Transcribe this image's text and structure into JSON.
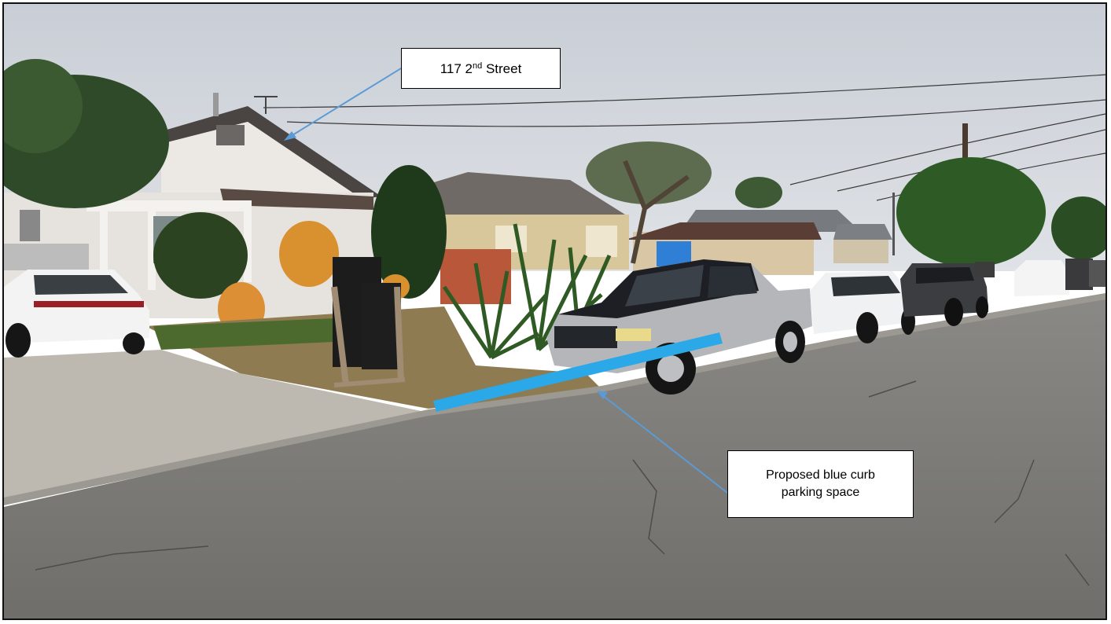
{
  "annotations": {
    "house_label": {
      "number": "117 2",
      "suffix": "nd",
      "street": " Street"
    },
    "curb_label": {
      "line1": "Proposed blue curb",
      "line2": "parking space"
    }
  },
  "colors": {
    "frame_border": "#111111",
    "arrow_line": "#5b9bd5",
    "curb_marker": "#2aa8e8",
    "label_background": "#ffffff"
  }
}
